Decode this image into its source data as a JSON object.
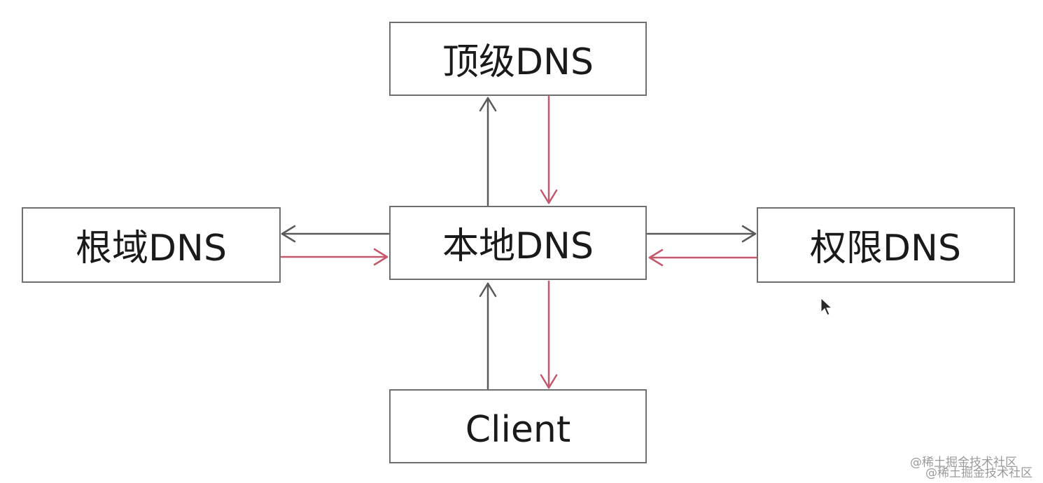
{
  "nodes": {
    "top": {
      "label": "顶级DNS"
    },
    "root": {
      "label": "根域DNS"
    },
    "local": {
      "label": "本地DNS"
    },
    "authoritative": {
      "label": "权限DNS"
    },
    "client": {
      "label": "Client"
    }
  },
  "watermark": {
    "text": "@稀土掘金技术社区"
  },
  "colors": {
    "request_arrow": "#5a5a5a",
    "response_arrow": "#c4586a",
    "box_border": "#6f6f6f",
    "label_text": "#1a1a1a",
    "watermark": "#9a9a9a"
  }
}
